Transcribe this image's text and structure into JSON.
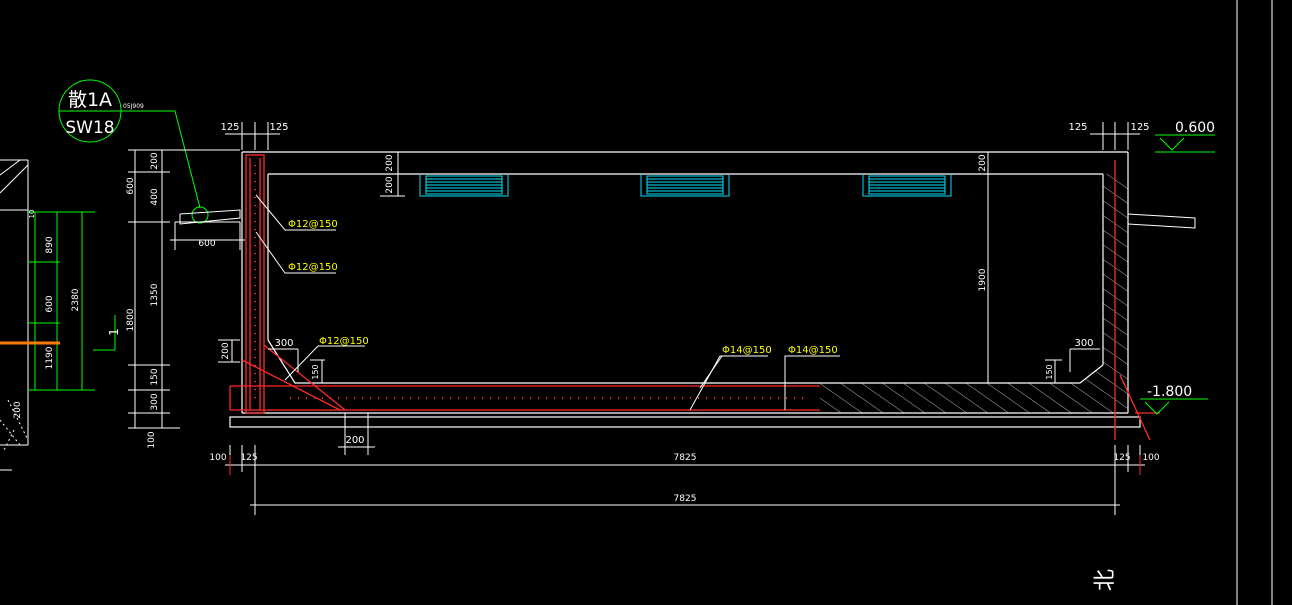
{
  "detail_callout": {
    "code_top": "散1A",
    "code_bottom": "SW18",
    "ref": "05J909"
  },
  "elevations": {
    "top": "0.600",
    "bottom": "-1.800"
  },
  "rebar_labels": {
    "wall_outer": "Φ12@150",
    "wall_inner": "Φ12@150",
    "haunch": "Φ12@150",
    "slab_bottom": "Φ14@150",
    "slab_top": "Φ14@150"
  },
  "dims": {
    "top_left_a": "125",
    "top_left_b": "125",
    "top_right_a": "125",
    "top_right_b": "125",
    "left_600": "600",
    "left_400": "400",
    "left_200": "200",
    "left_1800": "1800",
    "left_1350": "1350",
    "left_150": "150",
    "left_300": "300",
    "left_100": "100",
    "eave_600": "600",
    "cover_200a": "200",
    "cover_200b": "200",
    "cover_200c": "200",
    "inner_height": "1900",
    "haunch_300_left": "300",
    "haunch_150_left": "150",
    "haunch_300_right": "300",
    "haunch_150_right": "150",
    "wall_200": "200",
    "base_200": "200",
    "bottom_100_left": "100",
    "bottom_125_left": "125",
    "bottom_7825_inner": "7825",
    "bottom_125_right": "125",
    "bottom_100_right": "100",
    "bottom_7825_total": "7825"
  },
  "left_partial": {
    "d_890": "890",
    "d_600": "600",
    "d_1190": "1190",
    "d_2380": "2380",
    "d_200": "200",
    "d_10": "10",
    "section_mark": "1"
  },
  "north_mark": "北",
  "colors": {
    "background": "#000000",
    "outline": "#ffffff",
    "rebar": "#ff2a2a",
    "label": "#ffff00",
    "leader": "#00ff00",
    "vent": "#00e5ff"
  }
}
